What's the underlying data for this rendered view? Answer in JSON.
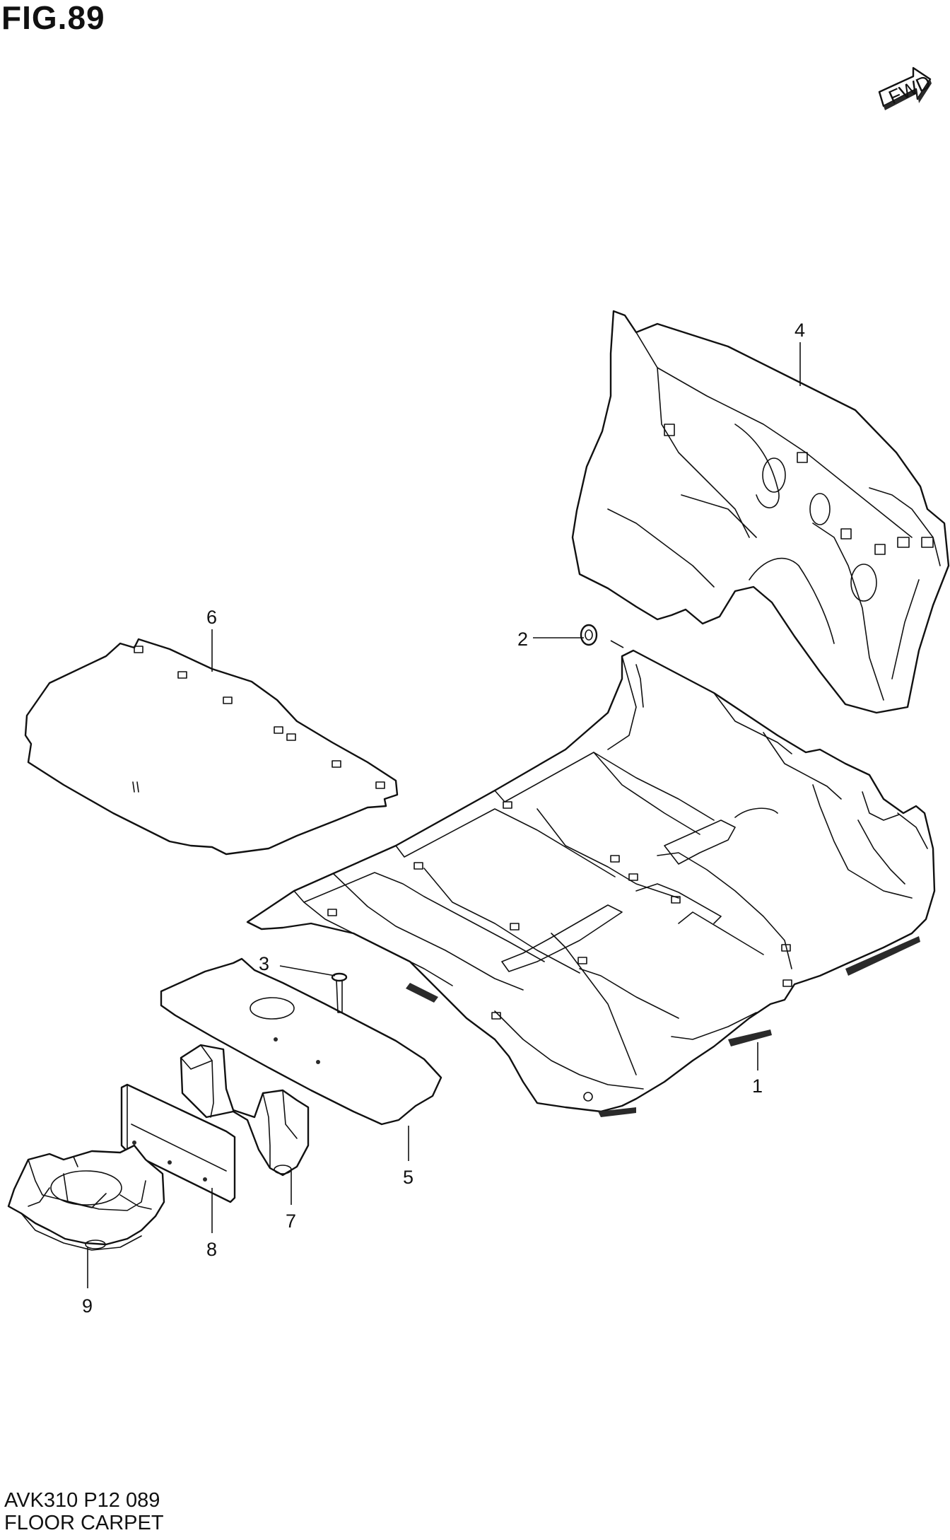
{
  "figure": {
    "title": "FIG.89",
    "code": "AVK310 P12 089",
    "name": "FLOOR CARPET",
    "direction_label": "FWD"
  },
  "callouts": [
    {
      "id": "1",
      "label": "1"
    },
    {
      "id": "2",
      "label": "2"
    },
    {
      "id": "3",
      "label": "3"
    },
    {
      "id": "4",
      "label": "4"
    },
    {
      "id": "5",
      "label": "5"
    },
    {
      "id": "6",
      "label": "6"
    },
    {
      "id": "7",
      "label": "7"
    },
    {
      "id": "8",
      "label": "8"
    },
    {
      "id": "9",
      "label": "9"
    }
  ]
}
